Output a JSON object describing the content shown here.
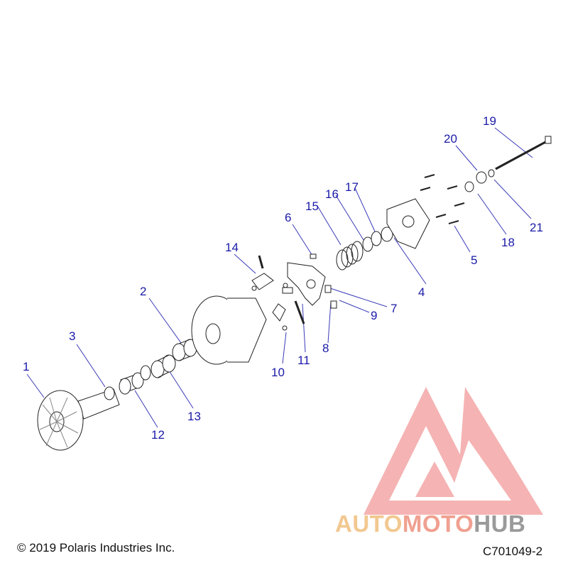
{
  "callouts": [
    {
      "id": "1",
      "text": "1"
    },
    {
      "id": "2",
      "text": "2"
    },
    {
      "id": "3",
      "text": "3"
    },
    {
      "id": "4",
      "text": "4"
    },
    {
      "id": "5",
      "text": "5"
    },
    {
      "id": "6",
      "text": "6"
    },
    {
      "id": "7",
      "text": "7"
    },
    {
      "id": "8",
      "text": "8"
    },
    {
      "id": "9",
      "text": "9"
    },
    {
      "id": "10",
      "text": "10"
    },
    {
      "id": "11",
      "text": "11"
    },
    {
      "id": "12",
      "text": "12"
    },
    {
      "id": "13",
      "text": "13"
    },
    {
      "id": "14",
      "text": "14"
    },
    {
      "id": "15",
      "text": "15"
    },
    {
      "id": "16",
      "text": "16"
    },
    {
      "id": "17",
      "text": "17"
    },
    {
      "id": "18",
      "text": "18"
    },
    {
      "id": "19",
      "text": "19"
    },
    {
      "id": "20",
      "text": "20"
    },
    {
      "id": "21",
      "text": "21"
    }
  ],
  "footer": {
    "copyright": "© 2019 Polaris Industries Inc.",
    "code": "C701049-2"
  },
  "watermark": {
    "part1": "AUTO",
    "part2": "MOTO",
    "part3": "HUB"
  },
  "colors": {
    "callout": "#1a1aa8",
    "leader": "#3a3ab8",
    "watermark_red": "#f09090",
    "watermark_orange": "#f2c890",
    "watermark_gray": "#9a9a9a"
  }
}
